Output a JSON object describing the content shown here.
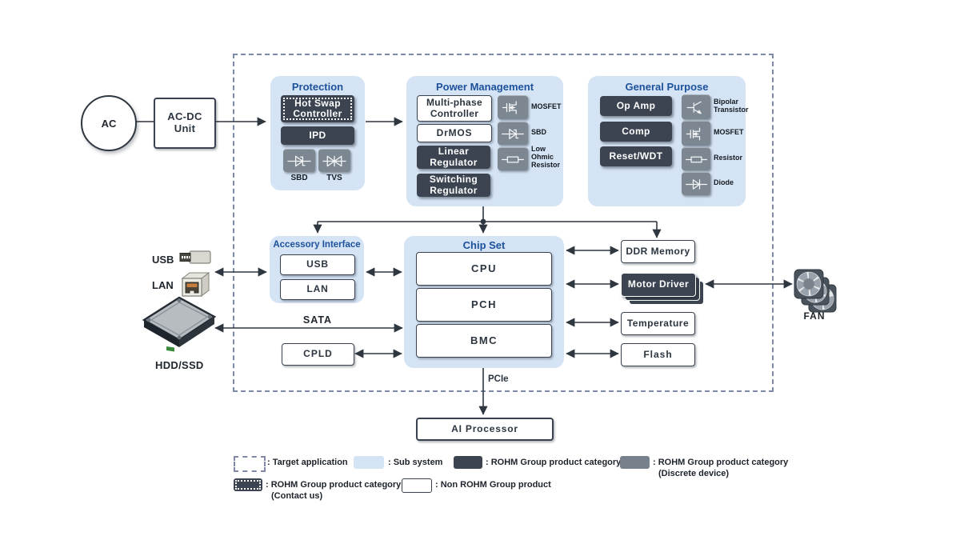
{
  "colors": {
    "panel_bg": "#d5e4f5",
    "dark_box": "#3b4450",
    "gray_chip": "#7d8792",
    "title_blue": "#1d519c",
    "wire": "#2e3740",
    "dashed_border": "#7e88a8"
  },
  "external": {
    "ac_label": "AC",
    "acdc_label": "AC-DC Unit",
    "usb_label": "USB",
    "lan_label": "LAN",
    "hdd_label": "HDD/SSD",
    "fan_label": "FAN",
    "sata_label": "SATA",
    "pcie_label": "PCIe",
    "ai_label": "AI Processor"
  },
  "protection": {
    "title": "Protection",
    "hot_swap": "Hot Swap Controller",
    "ipd": "IPD",
    "icons": [
      {
        "name": "SBD"
      },
      {
        "name": "TVS"
      }
    ]
  },
  "power": {
    "title": "Power Management",
    "multiphase": "Multi-phase Controller",
    "drmos": "DrMOS",
    "linear": "Linear Regulator",
    "switching": "Switching Regulator",
    "icons": [
      {
        "name": "MOSFET"
      },
      {
        "name": "SBD"
      },
      {
        "name": "Low Ohmic Resistor"
      }
    ]
  },
  "general": {
    "title": "General Purpose",
    "opamp": "Op Amp",
    "comp": "Comp",
    "reset": "Reset/WDT",
    "icons": [
      {
        "name": "Bipolar Transistor"
      },
      {
        "name": "MOSFET"
      },
      {
        "name": "Resistor"
      },
      {
        "name": "Diode"
      }
    ]
  },
  "accessory": {
    "title": "Accessory Interface",
    "usb": "USB",
    "lan": "LAN"
  },
  "chipset": {
    "title": "Chip Set",
    "cpu": "CPU",
    "pch": "PCH",
    "bmc": "BMC"
  },
  "cpld": "CPLD",
  "right": {
    "ddr": "DDR Memory",
    "motor": "Motor Driver",
    "temp": "Temperature",
    "flash": "Flash"
  },
  "legend": {
    "target": ": Target application",
    "sub": ": Sub system",
    "rohm": ": ROHM Group product category",
    "discrete1": ": ROHM Group product category",
    "discrete2": "(Discrete device)",
    "contact1": ": ROHM Group product category",
    "contact2": "(Contact us)",
    "non": ": Non ROHM Group product"
  }
}
